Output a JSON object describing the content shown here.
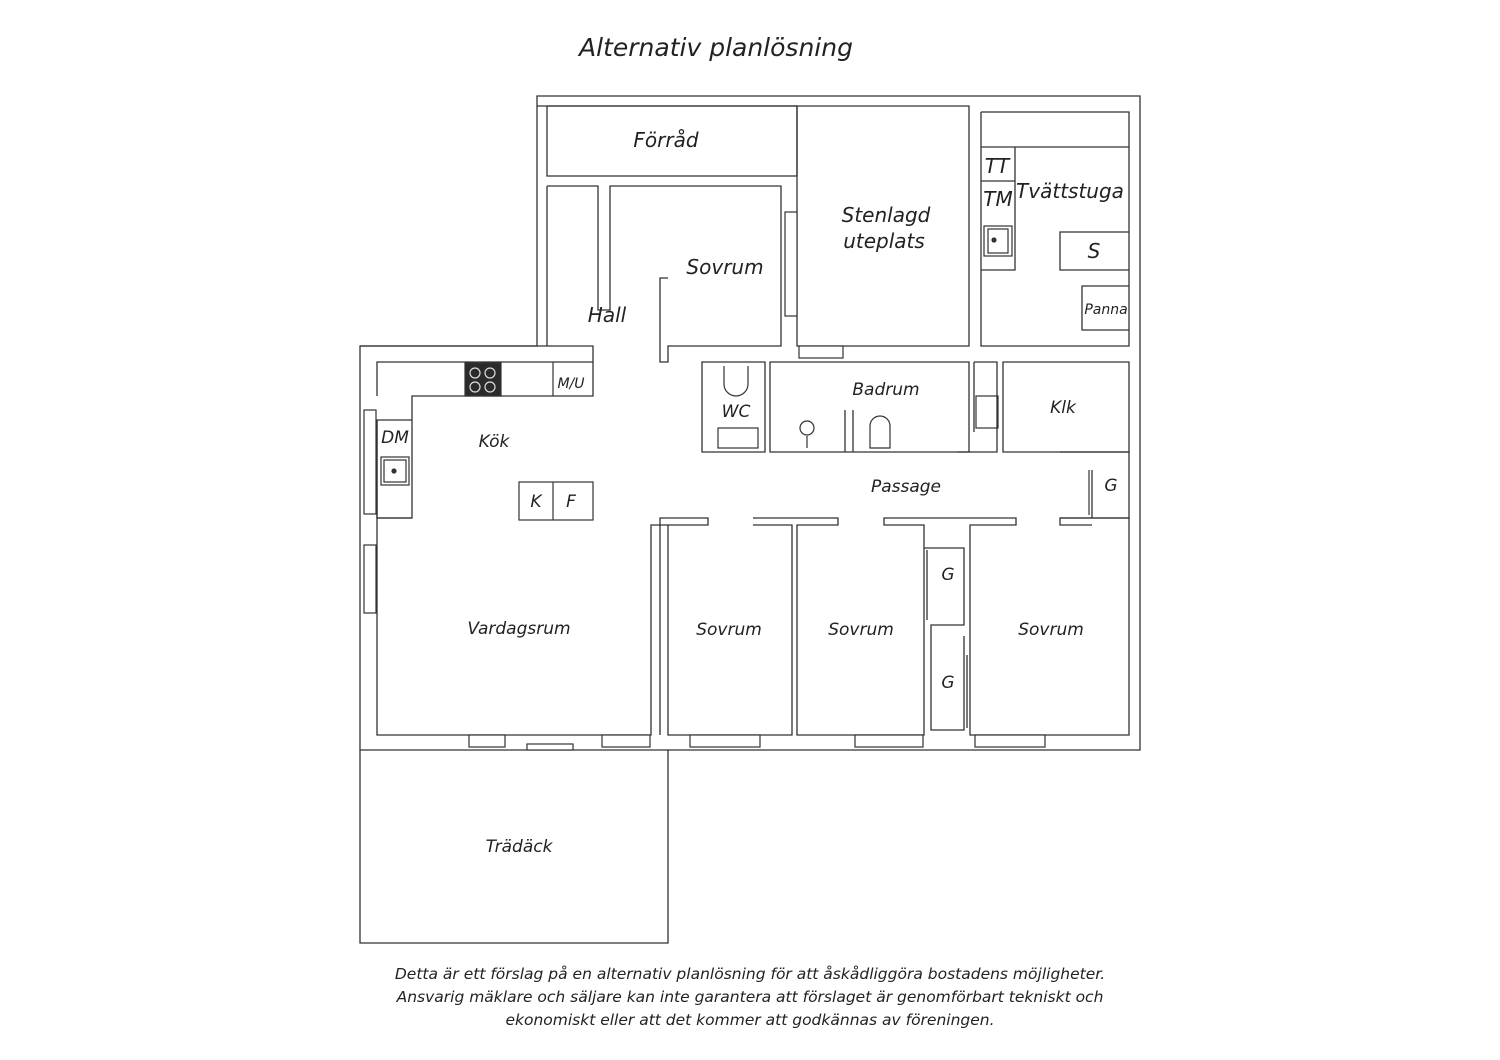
{
  "title": "Alternativ planlösning",
  "rooms": {
    "forrad": "Förråd",
    "stenlagd_1": "Stenlagd",
    "stenlagd_2": "uteplats",
    "tvattstuga": "Tvättstuga",
    "tt": "TT",
    "tm": "TM",
    "s": "S",
    "panna": "Panna",
    "sovrum_top": "Sovrum",
    "hall": "Hall",
    "mu": "M/U",
    "dm": "DM",
    "kok": "Kök",
    "wc": "WC",
    "badrum": "Badrum",
    "klk": "Klk",
    "k": "K",
    "f": "F",
    "passage": "Passage",
    "g_pass": "G",
    "g_mid_top": "G",
    "g_mid_bottom": "G",
    "vardagsrum": "Vardagsrum",
    "sovrum_1": "Sovrum",
    "sovrum_2": "Sovrum",
    "sovrum_3": "Sovrum",
    "tradack": "Trädäck"
  },
  "disclaimer": {
    "line1": "Detta är ett förslag på en alternativ planlösning för att åskådliggöra bostadens möjligheter.",
    "line2": "Ansvarig mäklare och säljare kan inte garantera att förslaget är genomförbart tekniskt och",
    "line3": "ekonomiskt eller att det kommer att godkännas av föreningen."
  }
}
